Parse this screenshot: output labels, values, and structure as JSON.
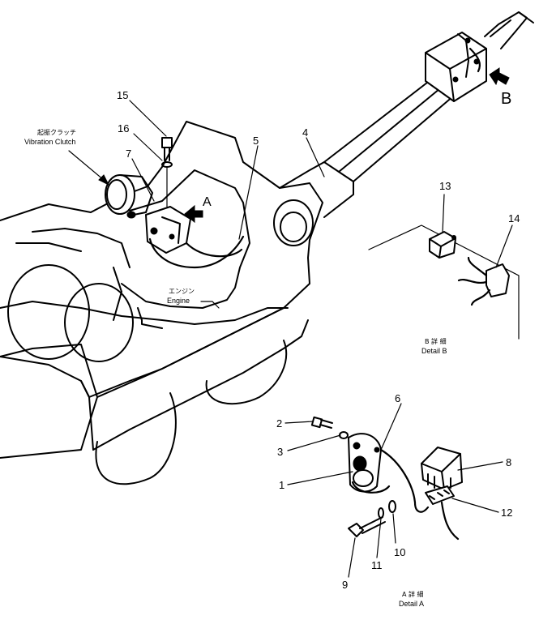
{
  "callouts": [
    {
      "id": "15",
      "label": "15"
    },
    {
      "id": "16",
      "label": "16"
    },
    {
      "id": "7",
      "label": "7"
    },
    {
      "id": "5",
      "label": "5"
    },
    {
      "id": "4",
      "label": "4"
    },
    {
      "id": "13",
      "label": "13"
    },
    {
      "id": "14",
      "label": "14"
    },
    {
      "id": "6",
      "label": "6"
    },
    {
      "id": "8",
      "label": "8"
    },
    {
      "id": "2",
      "label": "2"
    },
    {
      "id": "3",
      "label": "3"
    },
    {
      "id": "1",
      "label": "1"
    },
    {
      "id": "12",
      "label": "12"
    },
    {
      "id": "10",
      "label": "10"
    },
    {
      "id": "11",
      "label": "11"
    },
    {
      "id": "9",
      "label": "9"
    }
  ],
  "view_markers": {
    "a": "A",
    "b": "B"
  },
  "labels": {
    "vibration_clutch_jp": "起振クラッチ",
    "vibration_clutch_en": "Vibration Clutch",
    "engine_jp": "エンジン",
    "engine_en": "Engine",
    "detail_b_jp": "B 詳 細",
    "detail_b_en": "Detail B",
    "detail_a_jp": "A 詳 細",
    "detail_a_en": "Detail A"
  }
}
